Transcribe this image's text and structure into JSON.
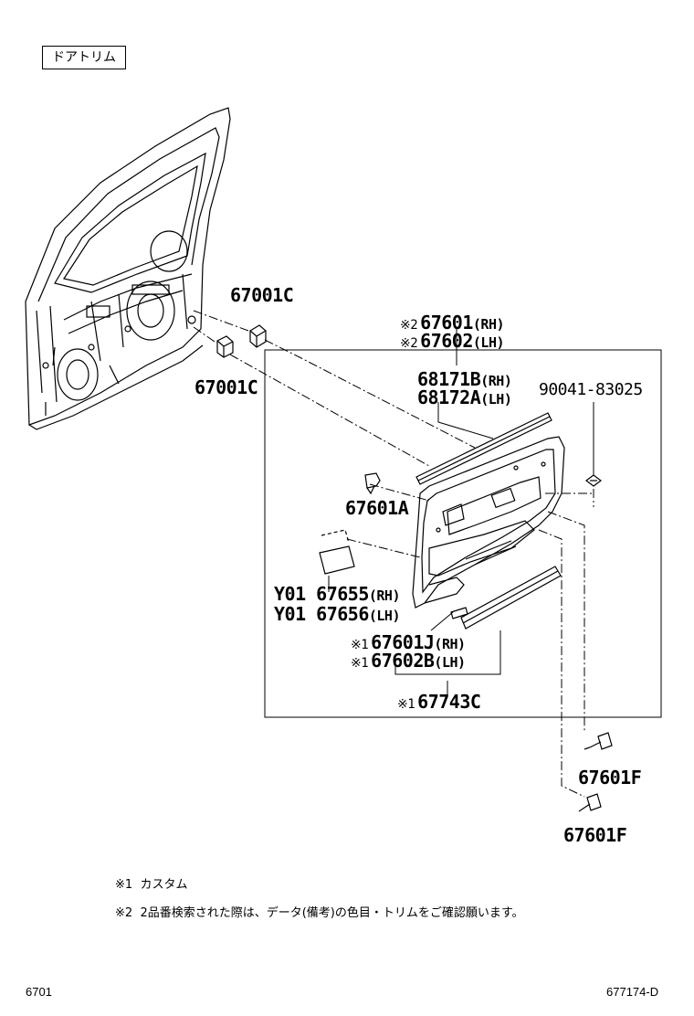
{
  "section_title": "ドアトリム",
  "parts": [
    {
      "code": "67001C"
    },
    {
      "code": "67001C"
    },
    {
      "mark": "※2",
      "code": "67601",
      "side": "(RH)"
    },
    {
      "mark": "※2",
      "code": "67602",
      "side": "(LH)"
    },
    {
      "code": "68171B",
      "side": "(RH)"
    },
    {
      "code": "68172A",
      "side": "(LH)"
    },
    {
      "code": "90041-83025"
    },
    {
      "code": "67601A"
    },
    {
      "code": "Y01 67655",
      "side": "(RH)"
    },
    {
      "code": "Y01 67656",
      "side": "(LH)"
    },
    {
      "mark": "※1",
      "code": "67601J",
      "side": "(RH)"
    },
    {
      "mark": "※1",
      "code": "67602B",
      "side": "(LH)"
    },
    {
      "mark": "※1",
      "code": "67743C"
    },
    {
      "code": "67601F"
    },
    {
      "code": "67601F"
    }
  ],
  "notes": [
    {
      "mark": "※1",
      "text": "カスタム"
    },
    {
      "mark": "※2",
      "text": "2品番検索された際は、データ(備考)の色目・トリムをご確認願います。"
    }
  ],
  "footer": {
    "page_code": "6701",
    "figure_id": "677174-D"
  }
}
